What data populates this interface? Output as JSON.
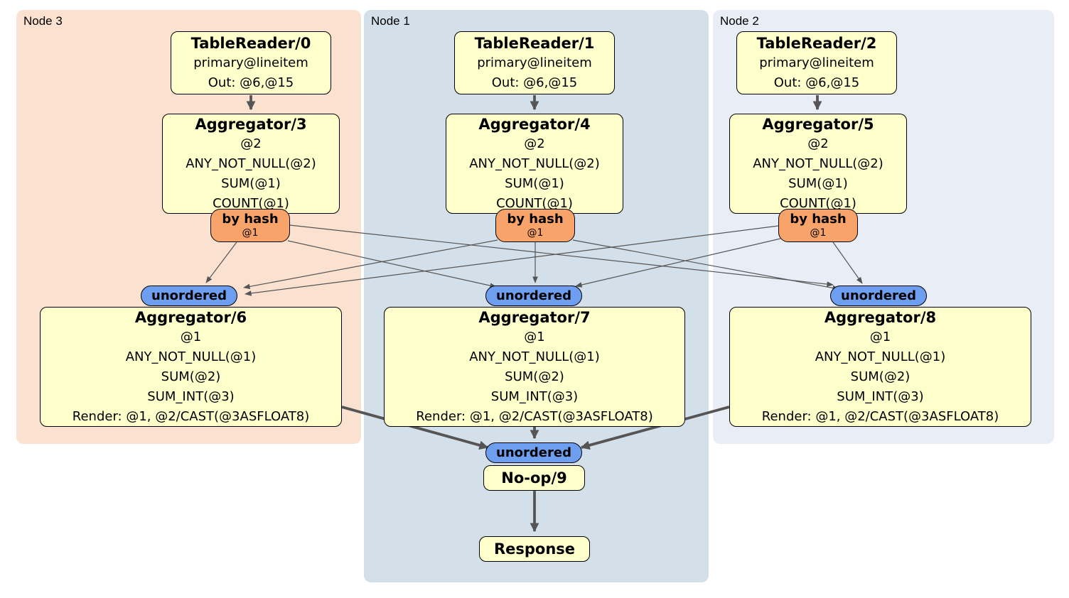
{
  "diagram": {
    "kind": "distributed-sql-plan",
    "colors": {
      "panel_node3": "#fbe2d0",
      "panel_node1": "#d3e0ea",
      "panel_node2": "#e9edf6",
      "operator_box": "#ffffcc",
      "hash_router": "#f8a369",
      "unordered_sync": "#6e9ef0",
      "edge": "#555555",
      "border": "#000000"
    }
  },
  "panels": {
    "node3": {
      "label": "Node 3"
    },
    "node1": {
      "label": "Node 1"
    },
    "node2": {
      "label": "Node 2"
    }
  },
  "ops": {
    "tr0": {
      "title": "TableReader/0",
      "lines": [
        "primary@lineitem",
        "Out: @6,@15"
      ]
    },
    "tr1": {
      "title": "TableReader/1",
      "lines": [
        "primary@lineitem",
        "Out: @6,@15"
      ]
    },
    "tr2": {
      "title": "TableReader/2",
      "lines": [
        "primary@lineitem",
        "Out: @6,@15"
      ]
    },
    "agg3": {
      "title": "Aggregator/3",
      "lines": [
        "@2",
        "ANY_NOT_NULL(@2)",
        "SUM(@1)",
        "COUNT(@1)"
      ]
    },
    "agg4": {
      "title": "Aggregator/4",
      "lines": [
        "@2",
        "ANY_NOT_NULL(@2)",
        "SUM(@1)",
        "COUNT(@1)"
      ]
    },
    "agg5": {
      "title": "Aggregator/5",
      "lines": [
        "@2",
        "ANY_NOT_NULL(@2)",
        "SUM(@1)",
        "COUNT(@1)"
      ]
    },
    "agg6": {
      "title": "Aggregator/6",
      "lines": [
        "@1",
        "ANY_NOT_NULL(@1)",
        "SUM(@2)",
        "SUM_INT(@3)",
        "Render: @1, @2/CAST(@3ASFLOAT8)"
      ]
    },
    "agg7": {
      "title": "Aggregator/7",
      "lines": [
        "@1",
        "ANY_NOT_NULL(@1)",
        "SUM(@2)",
        "SUM_INT(@3)",
        "Render: @1, @2/CAST(@3ASFLOAT8)"
      ]
    },
    "agg8": {
      "title": "Aggregator/8",
      "lines": [
        "@1",
        "ANY_NOT_NULL(@1)",
        "SUM(@2)",
        "SUM_INT(@3)",
        "Render: @1, @2/CAST(@3ASFLOAT8)"
      ]
    },
    "noop": {
      "title": "No-op/9"
    },
    "response": {
      "title": "Response"
    }
  },
  "routers": {
    "by_hash": {
      "label": "by hash",
      "sub": "@1"
    },
    "unordered": {
      "label": "unordered"
    }
  },
  "edges": {
    "thick": [
      {
        "from": "TableReader/0",
        "to": "Aggregator/3",
        "pts": [
          353,
          134,
          353,
          154
        ]
      },
      {
        "from": "TableReader/1",
        "to": "Aggregator/4",
        "pts": [
          752,
          134,
          752,
          154
        ]
      },
      {
        "from": "TableReader/2",
        "to": "Aggregator/5",
        "pts": [
          1150,
          134,
          1150,
          154
        ]
      },
      {
        "from": "Aggregator/6",
        "to": "unordered-final",
        "pts": [
          481,
          573,
          686,
          630
        ]
      },
      {
        "from": "Aggregator/7",
        "to": "unordered-final",
        "pts": [
          752,
          601,
          752,
          617
        ]
      },
      {
        "from": "Aggregator/8",
        "to": "unordered-final",
        "pts": [
          1026,
          573,
          818,
          630
        ]
      },
      {
        "from": "No-op/9",
        "to": "Response",
        "pts": [
          752,
          691,
          752,
          748
        ]
      }
    ],
    "thin": [
      {
        "from": "by-hash-node3",
        "to": "unordered-node3",
        "pts": [
          333,
          341,
          290,
          398
        ]
      },
      {
        "from": "by-hash-node3",
        "to": "unordered-node1",
        "pts": [
          405,
          339,
          698,
          404
        ]
      },
      {
        "from": "by-hash-node3",
        "to": "unordered-node2",
        "pts": [
          408,
          317,
          1172,
          401
        ]
      },
      {
        "from": "by-hash-node1",
        "to": "unordered-node3",
        "pts": [
          700,
          338,
          343,
          405
        ]
      },
      {
        "from": "by-hash-node1",
        "to": "unordered-node1",
        "pts": [
          753,
          341,
          753,
          398
        ]
      },
      {
        "from": "by-hash-node1",
        "to": "unordered-node2",
        "pts": [
          806,
          338,
          1180,
          407
        ]
      },
      {
        "from": "by-hash-node2",
        "to": "unordered-node3",
        "pts": [
          1095,
          318,
          345,
          414
        ]
      },
      {
        "from": "by-hash-node2",
        "to": "unordered-node1",
        "pts": [
          1098,
          336,
          810,
          403
        ]
      },
      {
        "from": "by-hash-node2",
        "to": "unordered-node2",
        "pts": [
          1172,
          341,
          1213,
          399
        ]
      }
    ]
  }
}
